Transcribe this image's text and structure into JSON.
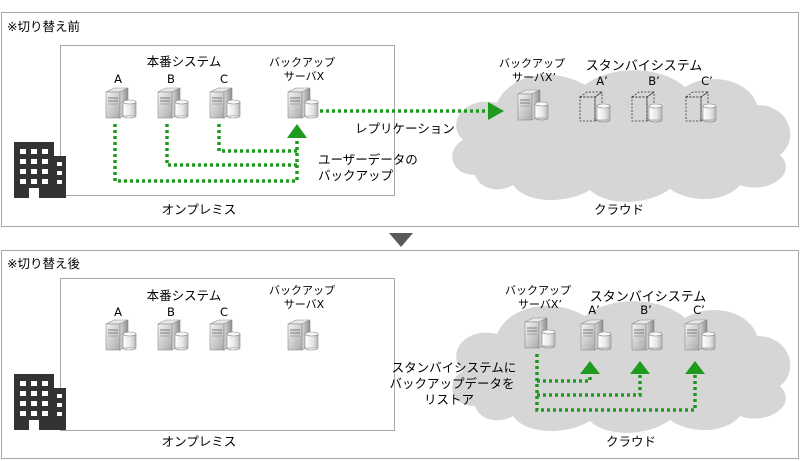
{
  "panels": {
    "before": {
      "title": "※切り替え前",
      "onprem_label": "オンプレミス",
      "cloud_label": "クラウド",
      "prod_system_label": "本番システム",
      "servers": [
        "A",
        "B",
        "C"
      ],
      "backup_server_line1": "バックアップ",
      "backup_server_line2": "サーバX",
      "cloud_backup_line1": "バックアップ",
      "cloud_backup_line2": "サーバX’",
      "standby_label": "スタンバイシステム",
      "standby_servers": [
        "A’",
        "B’",
        "C’"
      ],
      "replication_label": "レプリケーション",
      "user_backup_line1": "ユーザーデータの",
      "user_backup_line2": "バックアップ"
    },
    "after": {
      "title": "※切り替え後",
      "onprem_label": "オンプレミス",
      "cloud_label": "クラウド",
      "prod_system_label": "本番システム",
      "servers": [
        "A",
        "B",
        "C"
      ],
      "backup_server_line1": "バックアップ",
      "backup_server_line2": "サーバX",
      "cloud_backup_line1": "バックアップ",
      "cloud_backup_line2": "サーバX’",
      "standby_label": "スタンバイシステム",
      "standby_servers": [
        "A’",
        "B’",
        "C’"
      ],
      "restore_line1": "スタンバイシステムに",
      "restore_line2": "バックアップデータを",
      "restore_line3": "リストア"
    }
  },
  "colors": {
    "arrow_green": "#1e9a1e",
    "cloud_gray": "#d6d6d6",
    "panel_border": "#a8a8a8",
    "transition_arrow": "#595959"
  },
  "icons": [
    "building-icon",
    "server-icon",
    "server-dashed-icon",
    "cloud-shape",
    "down-arrow-icon"
  ]
}
